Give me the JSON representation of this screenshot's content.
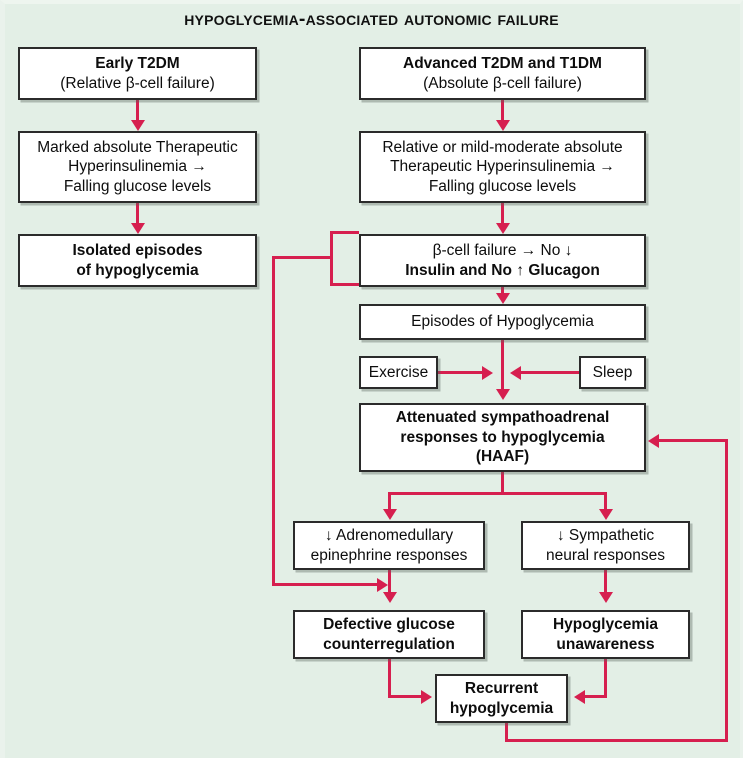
{
  "figure": {
    "title": "Hypoglycemia-Associated Autonomic Failure",
    "background_color": "#e3efe6",
    "connector_color": "#d61f4f",
    "node_border_color": "#2b2b2b",
    "node_fill_color": "#ffffff"
  },
  "nodes": {
    "early_t2dm": {
      "line1": "Early T2DM",
      "line2": "(Relative β-cell failure)"
    },
    "advanced_t2dm_t1dm": {
      "line1": "Advanced T2DM and T1DM",
      "line2": "(Absolute β-cell failure)"
    },
    "marked_hyperinsulinemia": {
      "line1": "Marked absolute Therapeutic",
      "line2": "Hyperinsulinemia →",
      "line3": "Falling glucose levels"
    },
    "relative_hyperinsulinemia": {
      "line1": "Relative or mild-moderate absolute",
      "line2": "Therapeutic Hyperinsulinemia →",
      "line3": "Falling glucose levels"
    },
    "isolated_episodes": {
      "line1": "Isolated episodes",
      "line2": "of hypoglycemia"
    },
    "beta_cell_failure": {
      "line1": "β-cell failure → No ↓",
      "line2": "Insulin and No ↑ Glucagon"
    },
    "episodes_hypoglycemia": {
      "line1": "Episodes of Hypoglycemia"
    },
    "exercise": {
      "line1": "Exercise"
    },
    "sleep": {
      "line1": "Sleep"
    },
    "haaf": {
      "line1": "Attenuated sympathoadrenal",
      "line2": "responses to hypoglycemia",
      "line3": "(HAAF)"
    },
    "adrenomedullary": {
      "line1": "↓ Adrenomedullary",
      "line2": "epinephrine responses"
    },
    "sympathetic": {
      "line1": "↓ Sympathetic",
      "line2": "neural responses"
    },
    "defective_counterregulation": {
      "line1": "Defective glucose",
      "line2": "counterregulation"
    },
    "hypoglycemia_unawareness": {
      "line1": "Hypoglycemia",
      "line2": "unawareness"
    },
    "recurrent_hypoglycemia": {
      "line1": "Recurrent",
      "line2": "hypoglycemia"
    }
  }
}
